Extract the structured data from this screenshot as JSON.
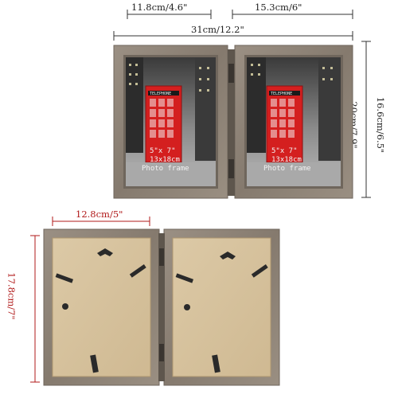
{
  "dimensions": {
    "inner_width": "11.8cm/4.6\"",
    "outer_width": "15.3cm/6\"",
    "total_width": "31cm/12.2\"",
    "inner_height": "20cm/7.9\"",
    "outer_height": "16.6cm/6.5\"",
    "back_width": "12.8cm/5\"",
    "back_height": "17.8cm/7\""
  },
  "front_photo": {
    "mat_line1": "5\"x 7\"",
    "mat_line2": "13x18cm",
    "mat_line3": "Photo frame",
    "booth_sign": "TELEPHONE"
  },
  "colors": {
    "frame_wood": "#8f8478",
    "back_board": "#d8c4a0",
    "dimension_red": "#b01818",
    "booth_red": "#d41f1f"
  }
}
